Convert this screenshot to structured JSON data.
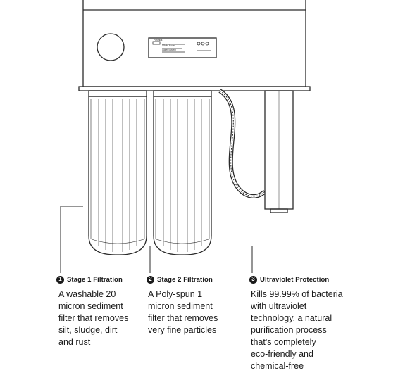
{
  "unit_panel": {
    "brand": "Puronics",
    "lines": [
      "Puronics",
      "Whole House",
      "Water System"
    ]
  },
  "callouts": [
    {
      "number": "1",
      "title": "Stage 1 Filtration",
      "description_lines": [
        "A washable 20",
        "micron sediment",
        "filter that removes",
        "silt, sludge, dirt",
        "and rust"
      ]
    },
    {
      "number": "2",
      "title": "Stage 2 Filtration",
      "description_lines": [
        "A Poly-spun 1",
        "micron sediment",
        "filter that removes",
        "very fine particles"
      ]
    },
    {
      "number": "3",
      "title": "Ultraviolet Protection",
      "description_lines": [
        "Kills 99.99% of bacteria",
        "with ultraviolet",
        "technology, a natural",
        "purification process",
        "that's completely",
        "eco-friendly and",
        "chemical-free"
      ]
    }
  ]
}
